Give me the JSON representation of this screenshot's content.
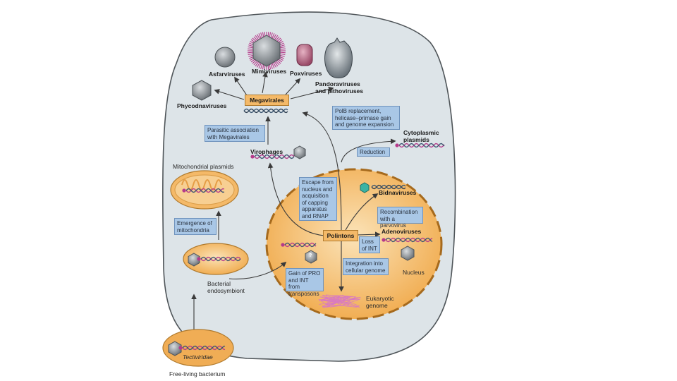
{
  "colors": {
    "cell_fill": "#dde4e8",
    "nucleus_fill": "#f6c67a",
    "label_box": "#a9c7e6",
    "hub_box": "#f4b968",
    "arrow": "#3a3a3a"
  },
  "top_viruses": {
    "asfarviruses": "Asfarviruses",
    "mimiviruses": "Mimiviruses",
    "poxviruses": "Poxviruses",
    "pandoraviruses": "Pandoraviruses\nand pithoviruses",
    "phycodnaviruses": "Phycodnaviruses"
  },
  "hubs": {
    "megavirales": "Megavirales",
    "polintons": "Polintons"
  },
  "boxes": {
    "polb_replacement": "PolB replacement,\nhelicase–primase gain\nand genome expansion",
    "parasitic_association": "Parasitic association\nwith Megavirales",
    "reduction": "Reduction",
    "escape_nucleus": "Escape from\nnucleus and\nacquisition\nof capping\napparatus\nand RNAP",
    "recombination": "Recombination\nwith a parvovirus",
    "loss_int": "Loss\nof INT",
    "integration": "Integration into\ncellular genome",
    "gain_pro_int": "Gain of PRO\nand INT from\ntransposons",
    "emergence_mito": "Emergence of\nmitochondria"
  },
  "labels": {
    "virophages": "Virophages",
    "cytoplasmic_plasmids": "Cytoplasmic\nplasmids",
    "mitochondrial_plasmids": "Mitochondrial plasmids",
    "bidnaviruses": "Bidnaviruses",
    "adenoviruses": "Adenoviruses",
    "nucleus": "Nucleus",
    "eukaryotic_genome": "Eukaryotic\ngenome",
    "bacterial_endosymbiont": "Bacterial\nendosymbiont",
    "tectiviridae": "Tectiviridae",
    "free_living_bacterium": "Free-living bacterium",
    "question_mark": "?"
  }
}
